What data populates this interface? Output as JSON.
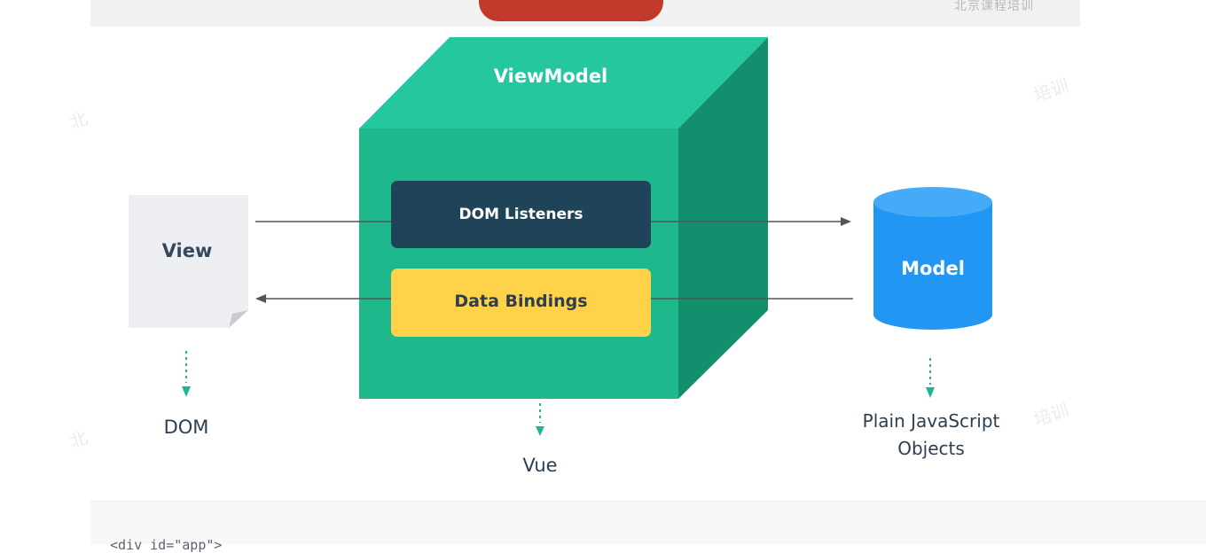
{
  "header": {
    "watermark": "北京课程培训"
  },
  "watermarks": {
    "ghost_right_top": "培训",
    "ghost_right_bottom": "培训",
    "ghost_left_top": "北",
    "ghost_left_bottom": "北"
  },
  "diagram": {
    "viewmodel_title": "ViewModel",
    "dom_listeners": "DOM Listeners",
    "data_bindings": "Data Bindings",
    "view": "View",
    "model": "Model",
    "dom_label": "DOM",
    "vue_label": "Vue",
    "plain_js_line1": "Plain JavaScript",
    "plain_js_line2": "Objects"
  },
  "colors": {
    "cube_front": "#1fb88d",
    "cube_top": "#25c7a1",
    "cube_side": "#148f6e",
    "dom_listeners_box": "#1f4459",
    "data_bindings_box": "#ffd24a",
    "model_cylinder": "#2196f3",
    "view_doc": "#eeeff2",
    "arrow": "#555555",
    "dotted_arrow": "#20b39a"
  },
  "code": {
    "partial_line": "<div id=\"app\">"
  }
}
